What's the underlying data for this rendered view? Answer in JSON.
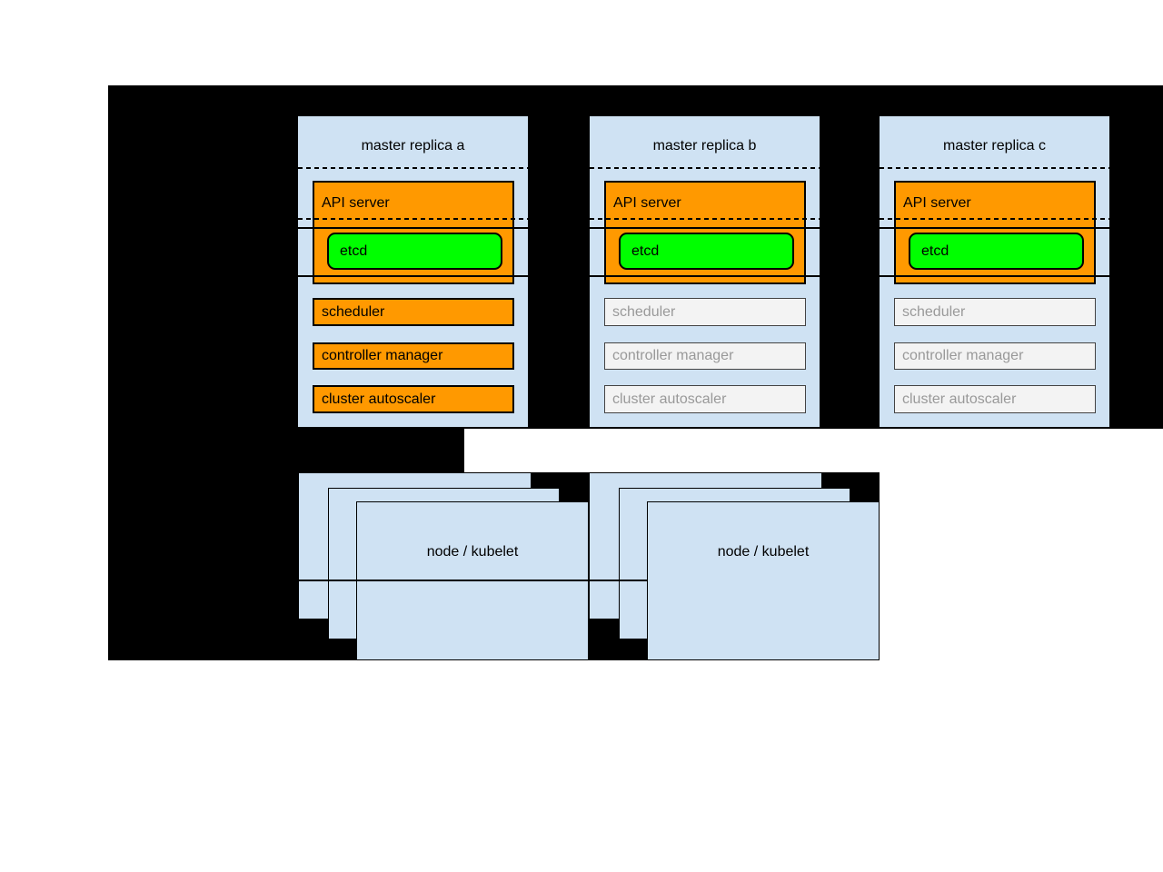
{
  "diagram": {
    "masters": [
      {
        "title": "master replica a",
        "state": "active",
        "api_server": "API server",
        "etcd": "etcd",
        "scheduler": "scheduler",
        "controller_manager": "controller manager",
        "cluster_autoscaler": "cluster autoscaler"
      },
      {
        "title": "master replica b",
        "state": "inactive",
        "api_server": "API server",
        "etcd": "etcd",
        "scheduler": "scheduler",
        "controller_manager": "controller manager",
        "cluster_autoscaler": "cluster autoscaler"
      },
      {
        "title": "master replica c",
        "state": "inactive",
        "api_server": "API server",
        "etcd": "etcd",
        "scheduler": "scheduler",
        "controller_manager": "controller manager",
        "cluster_autoscaler": "cluster autoscaler"
      }
    ],
    "nodes": [
      {
        "label": "node / kubelet"
      },
      {
        "label": "node / kubelet"
      }
    ],
    "colors": {
      "mask_black": "#000000",
      "box_blue": "#cfe2f3",
      "active_orange": "#ff9900",
      "etcd_green": "#00ff00",
      "inactive_fill": "#f3f3f3",
      "inactive_text": "#999999"
    }
  }
}
